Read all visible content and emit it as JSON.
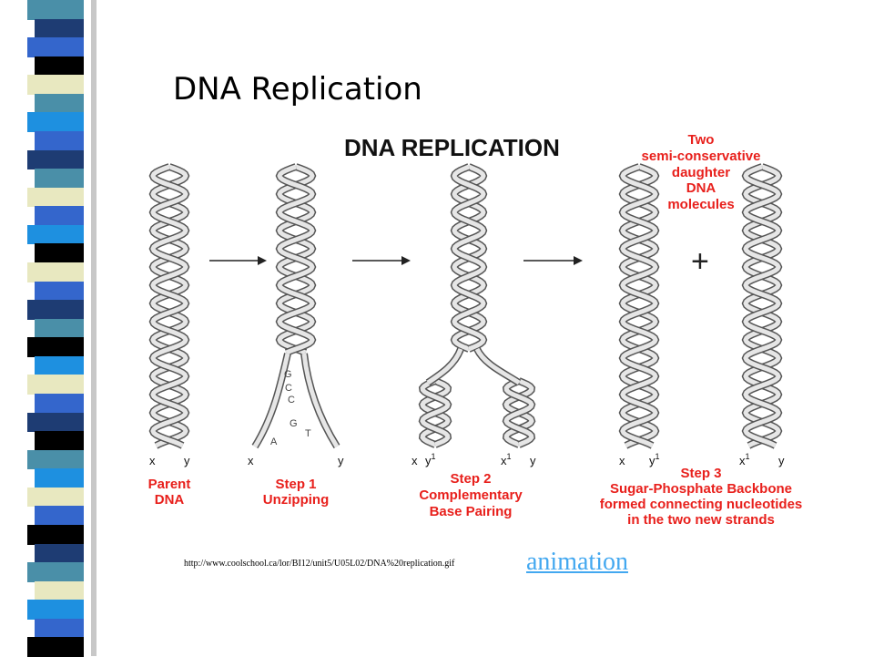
{
  "colors": {
    "stripe": [
      "#4a8fa8",
      "#1e3c73",
      "#3466cc",
      "#000000",
      "#e8e8c0",
      "#4a8fa8",
      "#1e90e0",
      "#3466cc",
      "#1e3c73",
      "#4a8fa8",
      "#e8e8c0",
      "#3466cc",
      "#1e90e0",
      "#000000",
      "#e8e8c0",
      "#3466cc",
      "#1e3c73",
      "#4a8fa8",
      "#000000",
      "#1e90e0",
      "#e8e8c0",
      "#3466cc",
      "#1e3c73",
      "#000000",
      "#4a8fa8",
      "#1e90e0",
      "#e8e8c0",
      "#3466cc",
      "#000000",
      "#1e3c73",
      "#4a8fa8",
      "#e8e8c0",
      "#1e90e0",
      "#3466cc",
      "#000000"
    ],
    "label_red": "#e8201c",
    "link": "#43a8f0"
  },
  "slide": {
    "title": "DNA Replication"
  },
  "diagram": {
    "heading": "DNA REPLICATION",
    "plus": "+",
    "daughter": [
      "Two",
      "semi-conservative",
      "daughter",
      "DNA",
      "molecules"
    ],
    "strand_labels": {
      "x": "x",
      "y": "y",
      "y1": "y",
      "x1": "x",
      "sup": "1"
    },
    "bases": [
      "G",
      "C",
      "C",
      "G",
      "A",
      "T"
    ],
    "steps": {
      "parent": [
        "Parent",
        "DNA"
      ],
      "step1": [
        "Step 1",
        "Unzipping"
      ],
      "step2": [
        "Step 2",
        "Complementary",
        "Base Pairing"
      ],
      "step3": [
        "Step 3",
        "Sugar-Phosphate Backbone",
        "formed connecting nucleotides",
        "in the two new strands"
      ]
    }
  },
  "source_url": "http://www.coolschool.ca/lor/BI12/unit5/U05L02/DNA%20replication.gif",
  "animation_link": "animation"
}
